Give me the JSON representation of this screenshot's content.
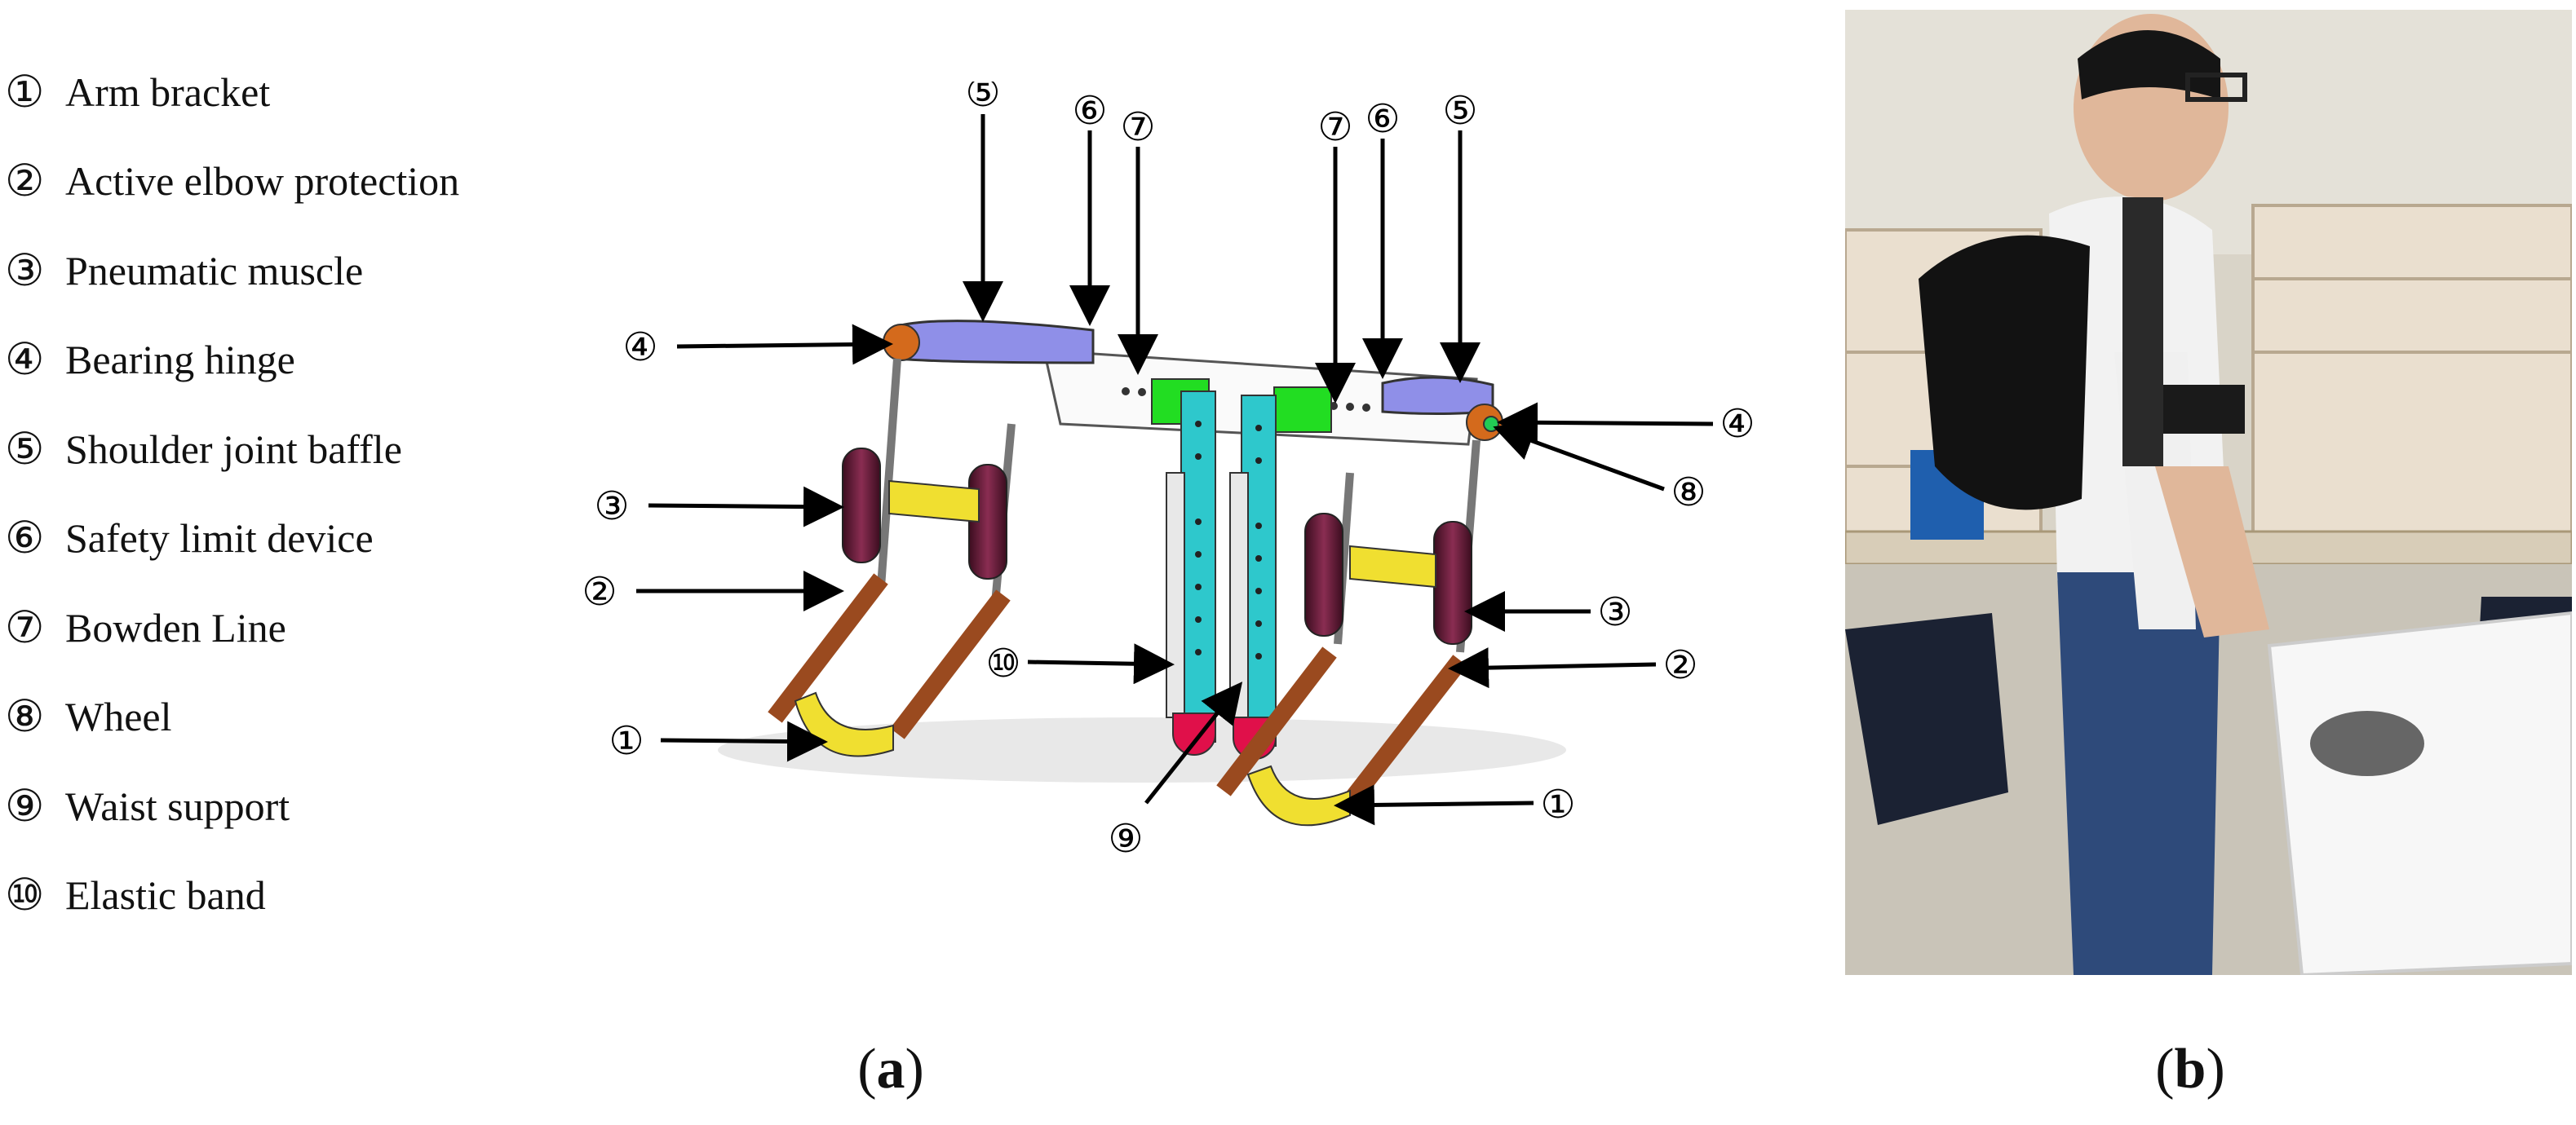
{
  "legend": [
    {
      "num": "①",
      "label": "Arm bracket"
    },
    {
      "num": "②",
      "label": "Active elbow protection"
    },
    {
      "num": "③",
      "label": "Pneumatic muscle"
    },
    {
      "num": "④",
      "label": "Bearing hinge"
    },
    {
      "num": "⑤",
      "label": "Shoulder joint baffle"
    },
    {
      "num": "⑥",
      "label": "Safety limit device"
    },
    {
      "num": "⑦",
      "label": "Bowden Line"
    },
    {
      "num": "⑧",
      "label": "Wheel"
    },
    {
      "num": "⑨",
      "label": "Waist support"
    },
    {
      "num": "⑩",
      "label": "Elastic band"
    }
  ],
  "callouts": [
    "⑤",
    "⑥",
    "⑦",
    "⑦",
    "⑥",
    "⑤",
    "④",
    "④",
    "⑧",
    "③",
    "③",
    "②",
    "②",
    "⑩",
    "①",
    "①",
    "⑨"
  ],
  "captions": {
    "a": "a",
    "b": "b"
  },
  "colors": {
    "baffle": "#8f8fe8",
    "bracket": "#9a4a1f",
    "cyan": "#2ec8cc",
    "green": "#22dd22",
    "muscle": "#6e1f3a",
    "yellow": "#f0df30",
    "red": "#e0104a",
    "hinge": "#d46a1c"
  }
}
